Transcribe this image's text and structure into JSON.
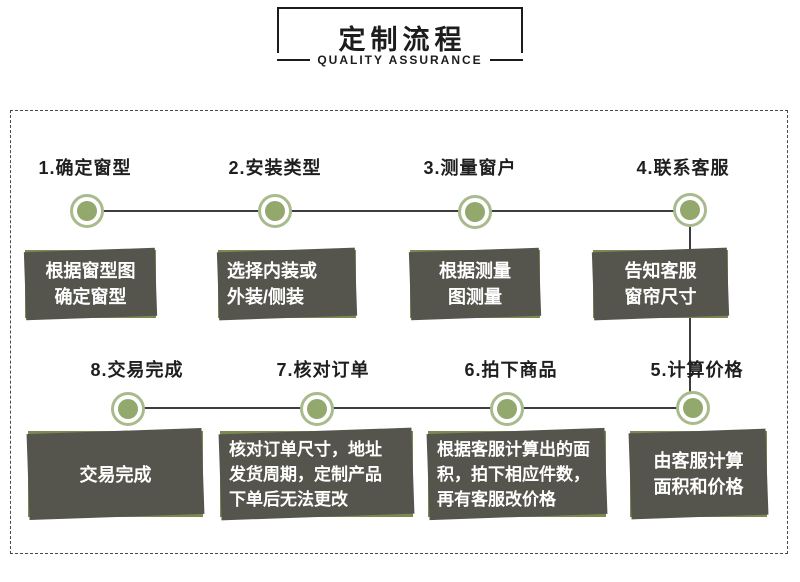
{
  "header": {
    "title": "定制流程",
    "subtitle": "QUALITY ASSURANCE"
  },
  "steps": [
    {
      "label": "1.确定窗型",
      "box": "根据窗型图\n确定窗型"
    },
    {
      "label": "2.安装类型",
      "box": "选择内装或\n外装/侧装"
    },
    {
      "label": "3.测量窗户",
      "box": "根据测量\n图测量"
    },
    {
      "label": "4.联系客服",
      "box": "告知客服\n窗帘尺寸"
    },
    {
      "label": "5.计算价格",
      "box": "由客服计算\n面积和价格"
    },
    {
      "label": "6.拍下商品",
      "box": "根据客服计算出的面\n积，拍下相应件数，\n再有客服改价格"
    },
    {
      "label": "7.核对订单",
      "box": "核对订单尺寸，地址\n发货周期，定制产品\n下单后无法更改"
    },
    {
      "label": "8.交易完成",
      "box": "交易完成"
    }
  ],
  "colors": {
    "box_green": "#7b8a52",
    "node_green": "#92a86c",
    "node_ring": "#a9ba8d",
    "box_shadow": "#56554d",
    "line": "#3d3d3d"
  }
}
